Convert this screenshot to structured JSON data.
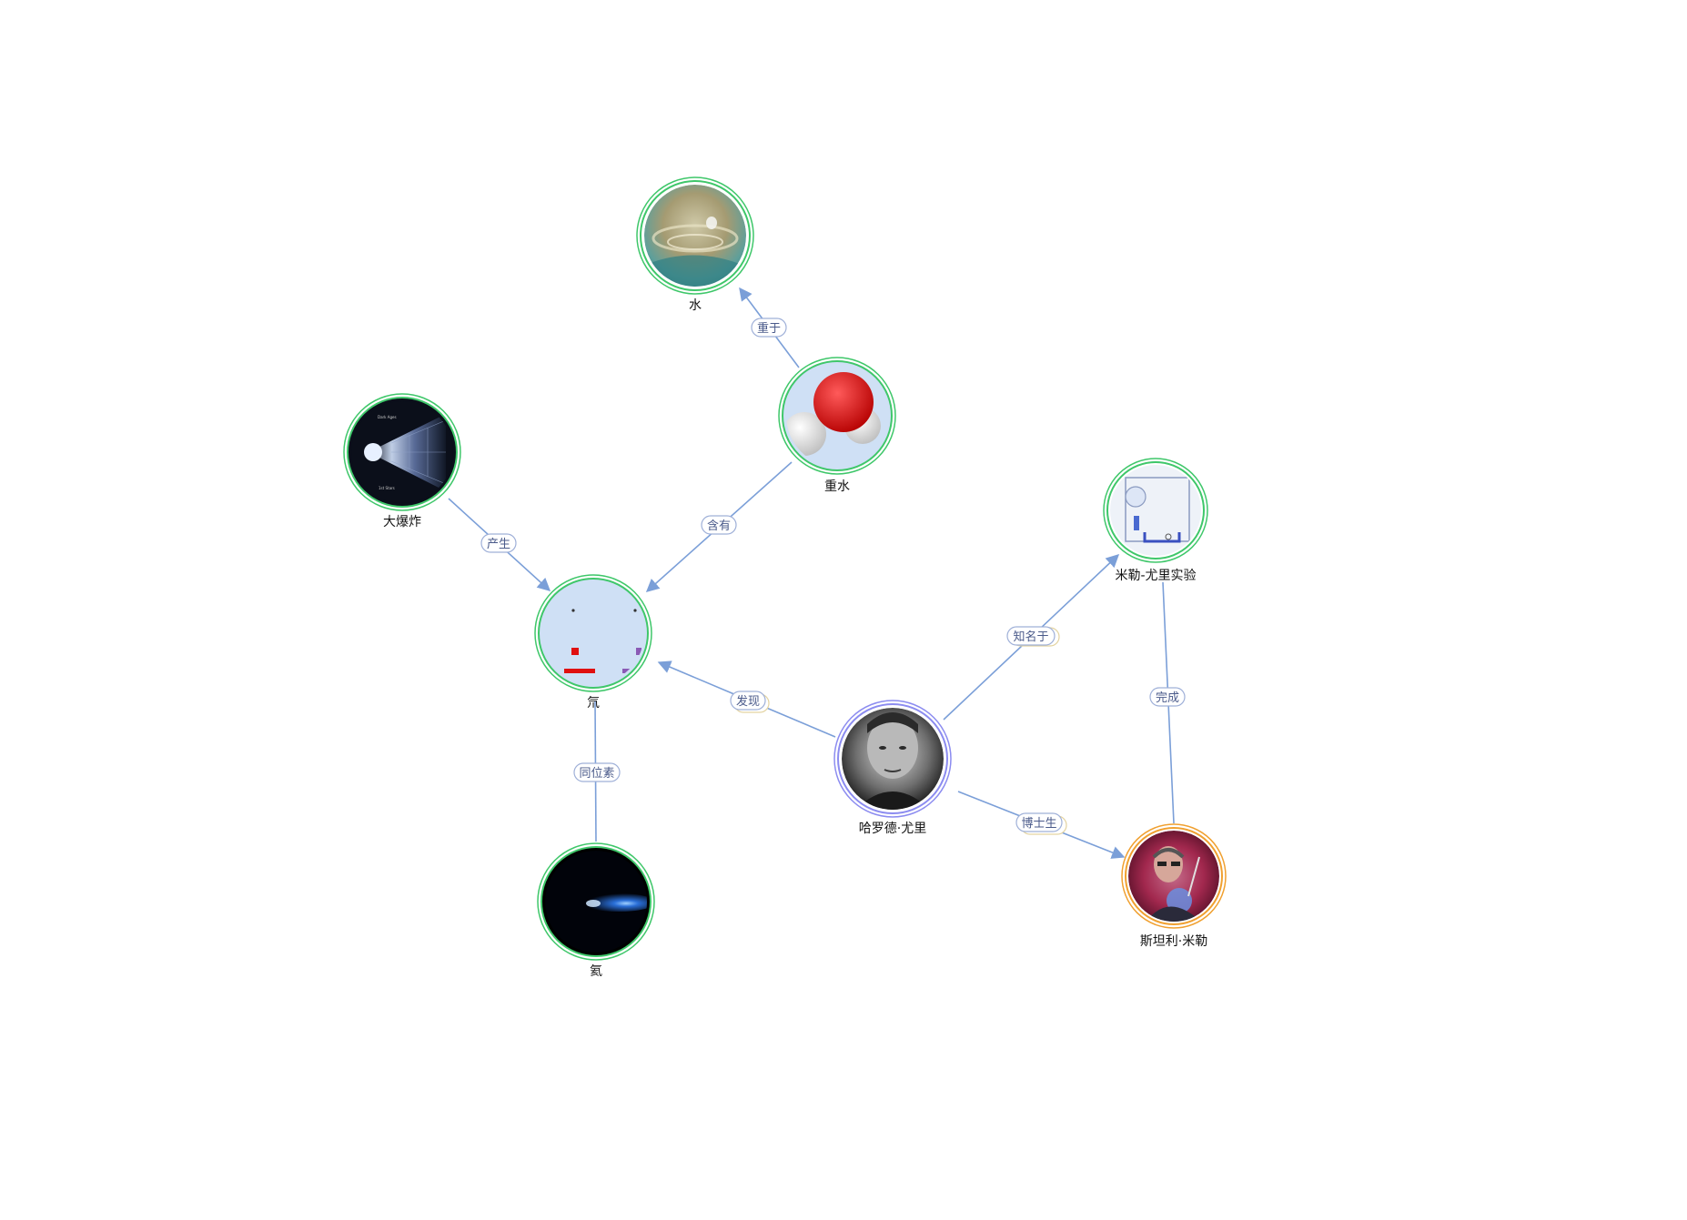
{
  "graph": {
    "colors": {
      "edge": "#7b9fd8",
      "ring_concept": "#3fc76a",
      "ring_person_main": "#8c8cf0",
      "ring_person_secondary": "#f0a030"
    },
    "nodes": [
      {
        "id": "water",
        "label": "水",
        "image": "water-droplet-ripple",
        "ring": "ring_concept"
      },
      {
        "id": "heavy_water",
        "label": "重水",
        "image": "water-molecule-model",
        "ring": "ring_concept"
      },
      {
        "id": "big_bang",
        "label": "大爆炸",
        "image": "universe-timeline-diagram",
        "ring": "ring_concept"
      },
      {
        "id": "protium",
        "label": "氘",
        "image": "isotope-diagram",
        "ring": "ring_concept"
      },
      {
        "id": "tritium",
        "label": "氦",
        "image": "blue-plasma-glow",
        "ring": "ring_concept"
      },
      {
        "id": "urey",
        "label": "哈罗德·尤里",
        "image": "portrait-photo",
        "ring": "ring_person_main"
      },
      {
        "id": "miller_urey",
        "label": "米勒-尤里实验",
        "image": "apparatus-diagram",
        "ring": "ring_concept"
      },
      {
        "id": "miller",
        "label": "斯坦利·米勒",
        "image": "portrait-photo",
        "ring": "ring_person_secondary"
      }
    ],
    "edges": [
      {
        "from": "heavy_water",
        "to": "water",
        "label": "重于"
      },
      {
        "from": "heavy_water",
        "to": "protium",
        "label": "含有"
      },
      {
        "from": "big_bang",
        "to": "protium",
        "label": "产生"
      },
      {
        "from": "urey",
        "to": "protium",
        "label": "发现"
      },
      {
        "from": "tritium",
        "to": "protium",
        "label": "同位素"
      },
      {
        "from": "urey",
        "to": "miller_urey",
        "label": "知名于"
      },
      {
        "from": "urey",
        "to": "miller",
        "label": "博士生"
      },
      {
        "from": "miller",
        "to": "miller_urey",
        "label": "完成"
      }
    ]
  }
}
